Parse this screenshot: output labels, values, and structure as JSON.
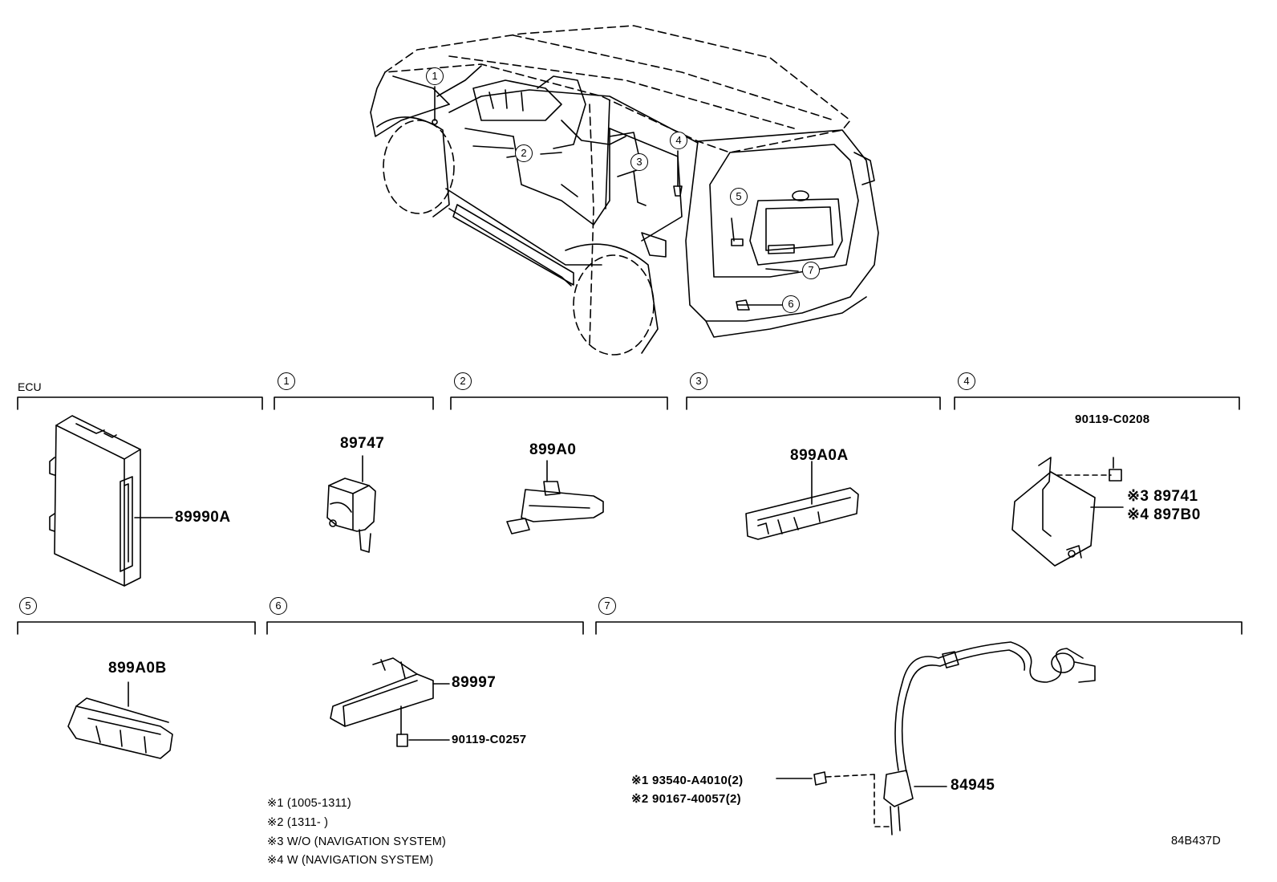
{
  "diagram": {
    "callouts": [
      "1",
      "2",
      "3",
      "4",
      "5",
      "6",
      "7"
    ],
    "sections": {
      "ecu": {
        "label": "ECU",
        "parts": [
          "89990A"
        ]
      },
      "s1": {
        "num": "1",
        "parts": [
          "89747"
        ]
      },
      "s2": {
        "num": "2",
        "parts": [
          "899A0"
        ]
      },
      "s3": {
        "num": "3",
        "parts": [
          "899A0A"
        ]
      },
      "s4": {
        "num": "4",
        "parts": [
          "90119-C0208",
          "※3  89741",
          "※4  897B0"
        ]
      },
      "s5": {
        "num": "5",
        "parts": [
          "899A0B"
        ]
      },
      "s6": {
        "num": "6",
        "parts": [
          "89997",
          "90119-C0257"
        ]
      },
      "s7": {
        "num": "7",
        "parts": [
          "84945",
          "※1 93540-A4010(2)",
          "※2 90167-40057(2)"
        ]
      }
    },
    "notes": [
      "※1 (1005-1311)",
      "※2 (1311-        )",
      "※3 W/O (NAVIGATION SYSTEM)",
      "※4 W (NAVIGATION SYSTEM)"
    ],
    "code": "84B437D"
  }
}
